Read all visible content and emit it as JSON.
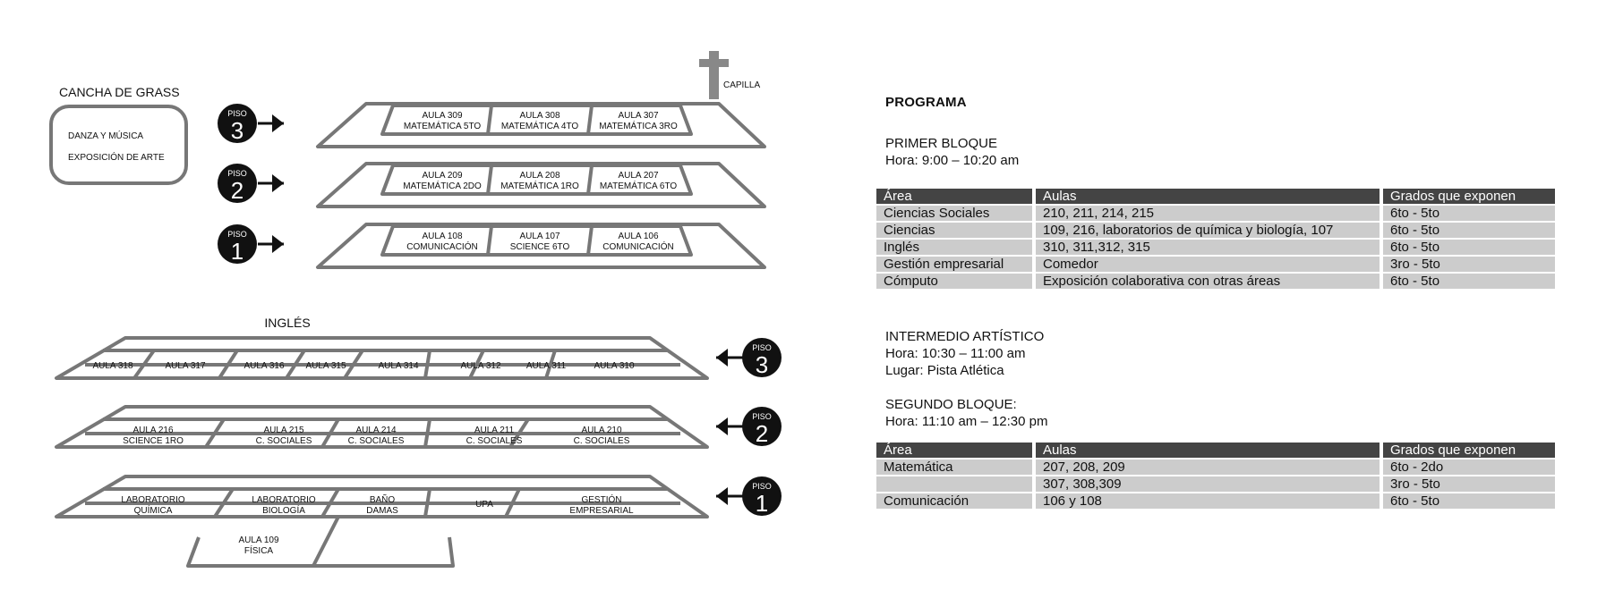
{
  "map": {
    "cancha_title": "CANCHA DE GRASS",
    "cancha_items": [
      "DANZA Y MÚSICA",
      "EXPOSICIÓN DE ARTE"
    ],
    "capilla": "CAPILLA",
    "ingles_label": "INGLÉS",
    "piso_word": "PISO",
    "top_floors": [
      {
        "num": "3",
        "rooms": [
          [
            "AULA 309",
            "MATEMÁTICA 5TO"
          ],
          [
            "AULA 308",
            "MATEMÁTICA 4TO"
          ],
          [
            "AULA 307",
            "MATEMÁTICA 3RO"
          ]
        ]
      },
      {
        "num": "2",
        "rooms": [
          [
            "AULA 209",
            "MATEMÁTICA 2DO"
          ],
          [
            "AULA 208",
            "MATEMÁTICA 1RO"
          ],
          [
            "AULA 207",
            "MATEMÁTICA 6TO"
          ]
        ]
      },
      {
        "num": "1",
        "rooms": [
          [
            "AULA 108",
            "COMUNICACIÓN"
          ],
          [
            "AULA 107",
            "SCIENCE 6TO"
          ],
          [
            "AULA 106",
            "COMUNICACIÓN"
          ]
        ]
      }
    ],
    "bottom_floors": [
      {
        "num": "3",
        "rooms": [
          [
            "AULA 318"
          ],
          [
            "AULA 317"
          ],
          [
            "AULA 316"
          ],
          [
            "AULA 315"
          ],
          [
            "AULA 314"
          ],
          [
            "AULA 312"
          ],
          [
            "AULA 311"
          ],
          [
            "AULA 310"
          ]
        ]
      },
      {
        "num": "2",
        "rooms": [
          [
            "AULA 216",
            "SCIENCE 1RO"
          ],
          [
            "AULA 215",
            "C. SOCIALES"
          ],
          [
            "AULA 214",
            "C. SOCIALES"
          ],
          [
            "AULA 211",
            "C. SOCIALES"
          ],
          [
            "AULA 210",
            "C. SOCIALES"
          ]
        ]
      },
      {
        "num": "1",
        "rooms": [
          [
            "LABORATORIO",
            "QUÍMICA"
          ],
          [
            "LABORATORIO",
            "BIOLOGÍA"
          ],
          [
            "BAÑO",
            "DAMAS"
          ],
          [
            "UPA"
          ],
          [
            "GESTIÓN",
            "EMPRESARIAL"
          ]
        ],
        "annex": [
          "AULA 109",
          "FÍSICA"
        ]
      }
    ]
  },
  "program": {
    "title": "PROGRAMA",
    "primer_bloque": {
      "title": "PRIMER BLOQUE",
      "hora": "Hora: 9:00 – 10:20 am",
      "headers": [
        "Área",
        "Aulas",
        "Grados que exponen"
      ],
      "rows": [
        [
          "Ciencias Sociales",
          "210, 211, 214, 215",
          "6to - 5to"
        ],
        [
          "Ciencias",
          "109, 216, laboratorios de química y biología, 107",
          "6to - 5to"
        ],
        [
          "Inglés",
          "310, 311,312, 315",
          "6to - 5to"
        ],
        [
          "Gestión empresarial",
          "Comedor",
          "3ro - 5to"
        ],
        [
          "Cómputo",
          "Exposición colaborativa con otras áreas",
          "6to - 5to"
        ]
      ]
    },
    "intermedio": {
      "title": "INTERMEDIO ARTÍSTICO",
      "hora": "Hora: 10:30 – 11:00 am",
      "lugar": "Lugar: Pista Atlética"
    },
    "segundo_bloque": {
      "title": "SEGUNDO BLOQUE:",
      "hora": "Hora: 11:10 am – 12:30 pm",
      "headers": [
        "Área",
        "Aulas",
        "Grados que exponen"
      ],
      "rows": [
        [
          "Matemática",
          "207, 208, 209",
          "6to - 2do"
        ],
        [
          "",
          "307, 308,309",
          "3ro - 5to"
        ],
        [
          "Comunicación",
          "106 y 108",
          "6to - 5to"
        ]
      ]
    }
  }
}
